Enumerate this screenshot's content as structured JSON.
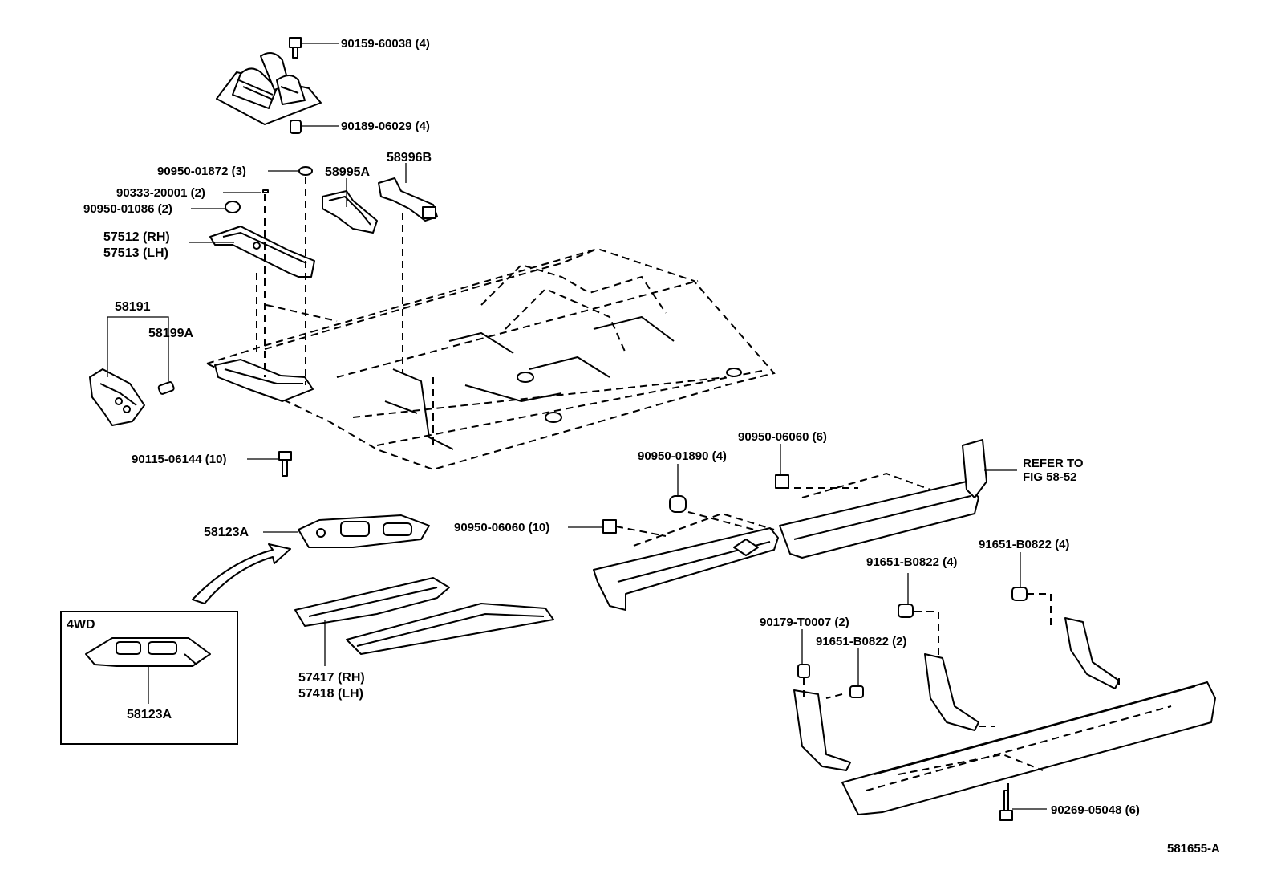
{
  "labels": {
    "p90159": "90159-60038 (4)",
    "p90189": "90189-06029 (4)",
    "p90950_01872": "90950-01872 (3)",
    "p58995A": "58995A",
    "p58996B": "58996B",
    "p90333": "90333-20001 (2)",
    "p90950_01086": "90950-01086 (2)",
    "p57512": "57512 (RH)",
    "p57513": "57513 (LH)",
    "p58191": "58191",
    "p58199A": "58199A",
    "p90115": "90115-06144 (10)",
    "p90950_06060_6": "90950-06060 (6)",
    "p90950_01890": "90950-01890 (4)",
    "refer_line1": "REFER TO",
    "refer_line2": "FIG 58-52",
    "p90950_06060_10": "90950-06060 (10)",
    "p58123A_main": "58123A",
    "p91651_right": "91651-B0822 (4)",
    "p91651_mid": "91651-B0822 (4)",
    "p90179": "90179-T0007 (2)",
    "p91651_small": "91651-B0822 (2)",
    "inset_title": "4WD",
    "p58123A_inset": "58123A",
    "p57417": "57417 (RH)",
    "p57418": "57418 (LH)",
    "p90269": "90269-05048 (6)",
    "figure_id": "581655-A"
  }
}
